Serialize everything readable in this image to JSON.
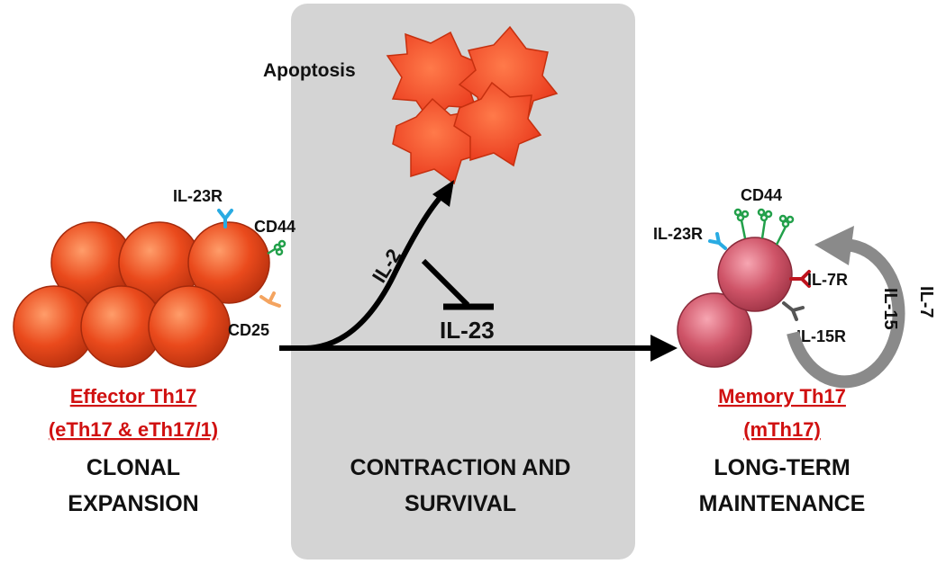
{
  "apoptosis_label": "Apoptosis",
  "effector": {
    "title_line1": "Effector Th17",
    "title_line2": "(eTh17 & eTh17/1)",
    "phase_line1": "CLONAL",
    "phase_line2": "EXPANSION",
    "receptors": {
      "il23r": "IL-23R",
      "cd44": "CD44",
      "cd25": "CD25"
    }
  },
  "middle": {
    "phase_line1": "CONTRACTION AND",
    "phase_line2": "SURVIVAL",
    "il2": "IL-2",
    "il23": "IL-23"
  },
  "memory": {
    "title_line1": "Memory Th17",
    "title_line2": "(mTh17)",
    "phase_line1": "LONG-TERM",
    "phase_line2": "MAINTENANCE",
    "receptors": {
      "il23r": "IL-23R",
      "cd44": "CD44",
      "il7r": "IL-7R",
      "il15r": "IL-15R"
    },
    "cycle_labels": {
      "il15": "IL-15",
      "il7": "IL-7"
    }
  },
  "colors": {
    "panel": "#d4d4d4",
    "effector_cell": "#e8401a",
    "memory_cell": "#c44a5c",
    "il23r": "#29abe2",
    "cd44": "#22a04a",
    "cd25": "#f4a460",
    "il7r": "#c0141e",
    "il15r": "#555555",
    "cycle_arrow": "#8a8a8a",
    "accent_red": "#d01010"
  }
}
